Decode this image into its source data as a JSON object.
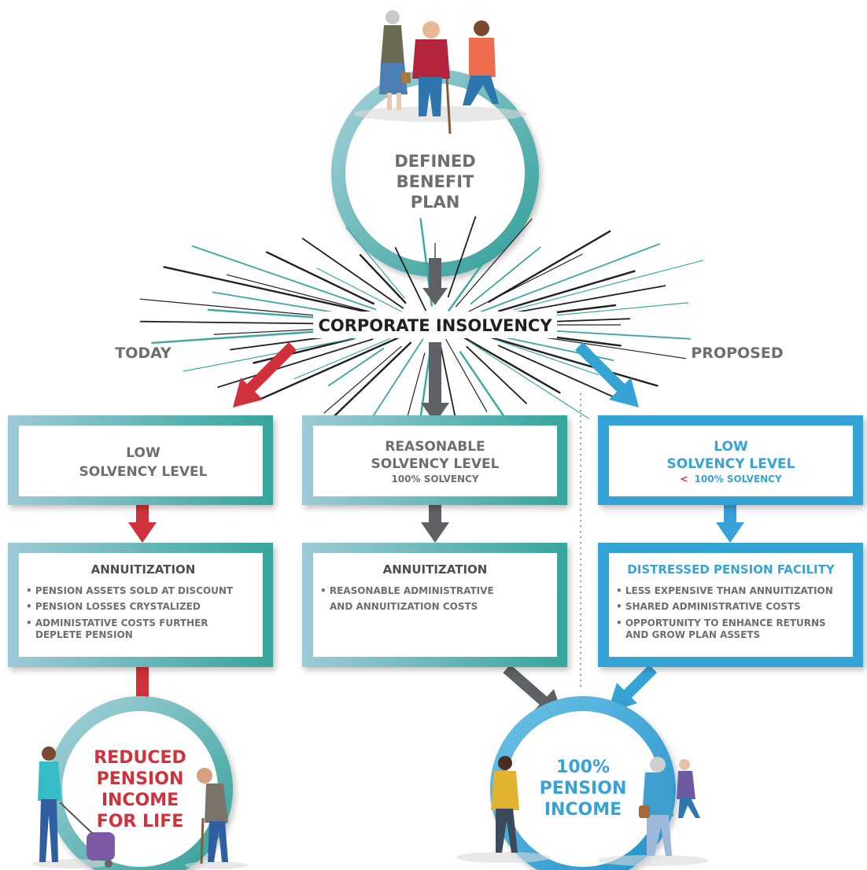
{
  "top_circle": {
    "lines": [
      "DEFINED",
      "BENEFIT",
      "PLAN"
    ]
  },
  "insolvency": {
    "label": "CORPORATE INSOLVENCY"
  },
  "columns": {
    "today_label": "TODAY",
    "proposed_label": "PROPOSED"
  },
  "left": {
    "solvency_lines": [
      "LOW",
      "SOLVENCY LEVEL"
    ],
    "annuitization_title": "ANNUITIZATION",
    "bullets": [
      [
        "• PENSION ASSETS SOLD AT DISCOUNT"
      ],
      [
        "• PENSION LOSSES CRYSTALIZED"
      ],
      [
        "• ADMINISTATIVE COSTS FURTHER",
        "DEPLETE PENSION"
      ]
    ],
    "outcome_lines": [
      "REDUCED",
      "PENSION",
      "INCOME",
      "FOR LIFE"
    ]
  },
  "middle": {
    "solvency_lines": [
      "REASONABLE",
      "SOLVENCY LEVEL"
    ],
    "solvency_sub": "100% SOLVENCY",
    "annuitization_title": "ANNUITIZATION",
    "bullets": [
      [
        "• REASONABLE ADMINISTRATIVE",
        "AND ANNUITIZATION COSTS"
      ]
    ]
  },
  "right": {
    "solvency_lines": [
      "LOW",
      "SOLVENCY LEVEL"
    ],
    "solvency_sub_marker": "<",
    "solvency_sub": "100% SOLVENCY",
    "facility_title": "DISTRESSED PENSION FACILITY",
    "bullets": [
      [
        "• LESS EXPENSIVE THAN ANNUITIZATION"
      ],
      [
        "• SHARED ADMINISTRATIVE COSTS"
      ],
      [
        "• OPPORTUNITY TO ENHANCE RETURNS",
        "AND GROW PLAN ASSETS"
      ]
    ]
  },
  "bottom_circle": {
    "lines": [
      "100%",
      "PENSION",
      "INCOME"
    ]
  },
  "colors": {
    "teal": "#3aa7a3",
    "teal_light": "#8fc7d0",
    "blue": "#36a3d6",
    "red": "#d0313a",
    "gray_arrow": "#5e6166",
    "text_gray": "#6d6e71",
    "dark": "#231f20"
  }
}
